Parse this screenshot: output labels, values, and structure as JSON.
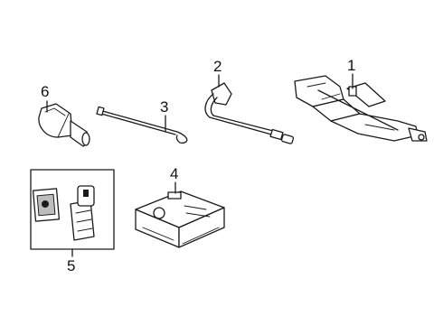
{
  "callouts": {
    "jack": "1",
    "lug_wrench": "2",
    "extension_rod": "3",
    "air_compressor": "4",
    "sealant_kit": "5",
    "wheel_lock_key": "6"
  }
}
